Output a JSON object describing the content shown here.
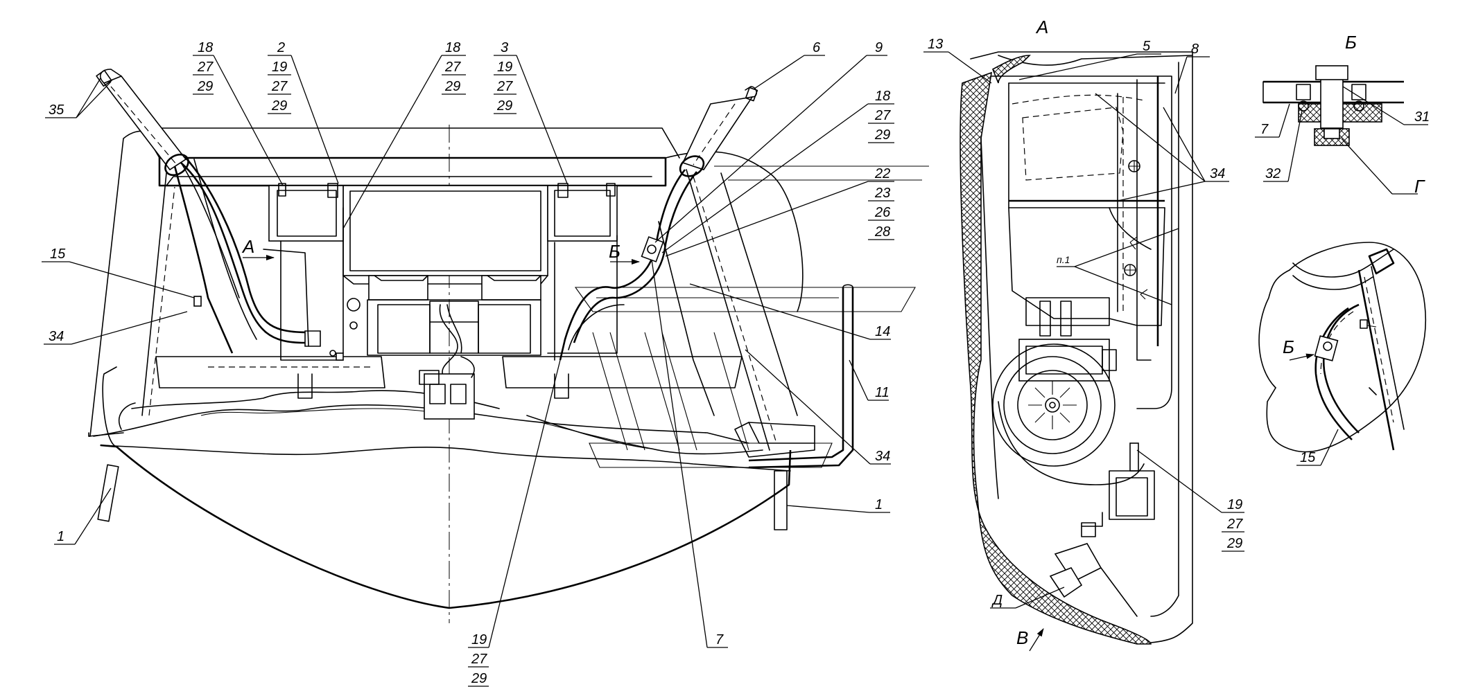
{
  "callouts": {
    "c18a": [
      "18",
      "27",
      "29"
    ],
    "c2": [
      "2",
      "19",
      "27",
      "29"
    ],
    "c18b": [
      "18",
      "27",
      "29"
    ],
    "c3": [
      "3",
      "19",
      "27",
      "29"
    ],
    "c6": "6",
    "c9": "9",
    "c18c": [
      "18",
      "27",
      "29"
    ],
    "c22": [
      "22",
      "23",
      "26",
      "28"
    ],
    "c35": "35",
    "c15": "15",
    "c34a": "34",
    "c14": "14",
    "c11": "11",
    "c34b": "34",
    "c1a": "1",
    "c1b": "1",
    "c19a": [
      "19",
      "27",
      "29"
    ],
    "c7": "7",
    "arrowA": "А",
    "arrowB": "Б"
  },
  "viewA": {
    "title": "А",
    "c13": "13",
    "c5": "5",
    "c8": "8",
    "c34": "34",
    "p1": "п.1",
    "c19": [
      "19",
      "27",
      "29"
    ],
    "d": "Д",
    "v": "В"
  },
  "viewB": {
    "title": "Б",
    "c7": "7",
    "c31": "31",
    "c32": "32",
    "g": "Г"
  },
  "detail": {
    "arrowB": "Б",
    "c15": "15"
  }
}
